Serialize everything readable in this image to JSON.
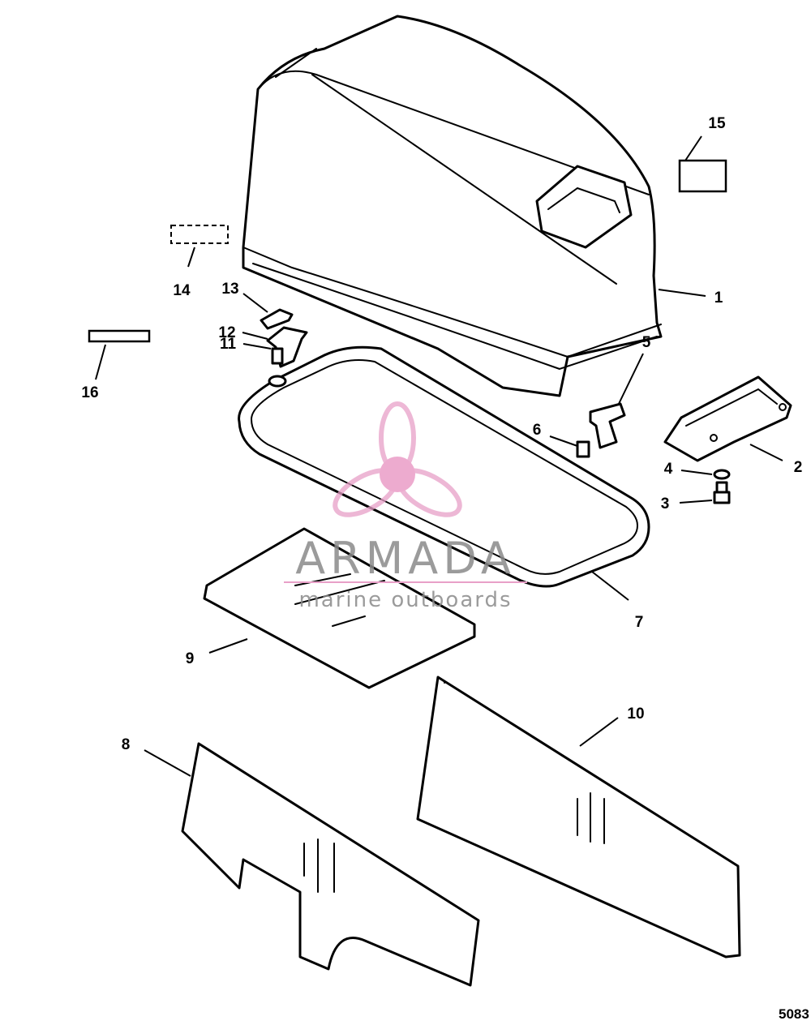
{
  "callouts": [
    {
      "id": "1",
      "label": "1"
    },
    {
      "id": "2",
      "label": "2"
    },
    {
      "id": "3",
      "label": "3"
    },
    {
      "id": "4",
      "label": "4"
    },
    {
      "id": "5",
      "label": "5"
    },
    {
      "id": "6",
      "label": "6"
    },
    {
      "id": "7",
      "label": "7"
    },
    {
      "id": "8",
      "label": "8"
    },
    {
      "id": "9",
      "label": "9"
    },
    {
      "id": "10",
      "label": "10"
    },
    {
      "id": "11",
      "label": "11"
    },
    {
      "id": "12",
      "label": "12"
    },
    {
      "id": "13",
      "label": "13"
    },
    {
      "id": "14",
      "label": "14"
    },
    {
      "id": "15",
      "label": "15"
    },
    {
      "id": "16",
      "label": "16"
    }
  ],
  "watermark": {
    "brand": "ARMADA",
    "tagline": "marine outboards",
    "color": "#e8a0c8",
    "hub_color": "#e890c0",
    "text_color": "#8a8a8a"
  },
  "figure_number": "5083"
}
